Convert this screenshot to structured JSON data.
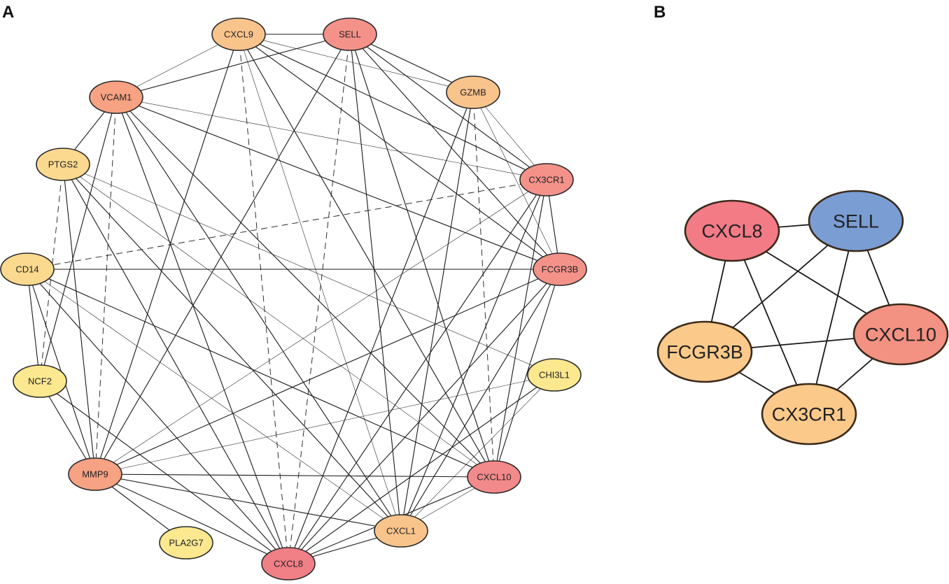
{
  "panel_a": {
    "label": "A",
    "nodes": [
      {
        "id": "CXCL9",
        "color": "#f9c48c"
      },
      {
        "id": "SELL",
        "color": "#f4928a"
      },
      {
        "id": "GZMB",
        "color": "#f9c48c"
      },
      {
        "id": "VCAM1",
        "color": "#f6a283"
      },
      {
        "id": "PTGS2",
        "color": "#fbd98e"
      },
      {
        "id": "CX3CR1",
        "color": "#f4928a"
      },
      {
        "id": "CD14",
        "color": "#fbd98e"
      },
      {
        "id": "FCGR3B",
        "color": "#f4928a"
      },
      {
        "id": "NCF2",
        "color": "#fbe88f"
      },
      {
        "id": "CHI3L1",
        "color": "#fbe88f"
      },
      {
        "id": "MMP9",
        "color": "#f6a283"
      },
      {
        "id": "CXCL10",
        "color": "#f28a8b"
      },
      {
        "id": "PLA2G7",
        "color": "#fbe88f"
      },
      {
        "id": "CXCL1",
        "color": "#f9c48c"
      },
      {
        "id": "CXCL8",
        "color": "#f17f86"
      }
    ],
    "edges": [
      [
        "CXCL9",
        "SELL",
        "s"
      ],
      [
        "CXCL9",
        "VCAM1",
        "t"
      ],
      [
        "CXCL9",
        "GZMB",
        "t"
      ],
      [
        "CXCL9",
        "CX3CR1",
        "s"
      ],
      [
        "CXCL9",
        "FCGR3B",
        "s"
      ],
      [
        "CXCL9",
        "CXCL10",
        "s"
      ],
      [
        "CXCL9",
        "CXCL8",
        "d"
      ],
      [
        "CXCL9",
        "MMP9",
        "s"
      ],
      [
        "CXCL9",
        "CXCL1",
        "t"
      ],
      [
        "SELL",
        "VCAM1",
        "s"
      ],
      [
        "SELL",
        "GZMB",
        "s"
      ],
      [
        "SELL",
        "CX3CR1",
        "s"
      ],
      [
        "SELL",
        "FCGR3B",
        "s"
      ],
      [
        "SELL",
        "CXCL10",
        "s"
      ],
      [
        "SELL",
        "CXCL8",
        "d"
      ],
      [
        "SELL",
        "CXCL1",
        "s"
      ],
      [
        "SELL",
        "MMP9",
        "s"
      ],
      [
        "GZMB",
        "CX3CR1",
        "t"
      ],
      [
        "GZMB",
        "FCGR3B",
        "t"
      ],
      [
        "GZMB",
        "CXCL10",
        "d"
      ],
      [
        "GZMB",
        "CXCL8",
        "s"
      ],
      [
        "GZMB",
        "CXCL1",
        "s"
      ],
      [
        "VCAM1",
        "PTGS2",
        "s"
      ],
      [
        "VCAM1",
        "CX3CR1",
        "t"
      ],
      [
        "VCAM1",
        "FCGR3B",
        "s"
      ],
      [
        "VCAM1",
        "MMP9",
        "d"
      ],
      [
        "VCAM1",
        "CXCL8",
        "s"
      ],
      [
        "VCAM1",
        "CXCL10",
        "s"
      ],
      [
        "VCAM1",
        "CXCL1",
        "s"
      ],
      [
        "VCAM1",
        "NCF2",
        "s"
      ],
      [
        "PTGS2",
        "NCF2",
        "d"
      ],
      [
        "PTGS2",
        "MMP9",
        "s"
      ],
      [
        "PTGS2",
        "CXCL8",
        "s"
      ],
      [
        "PTGS2",
        "CXCL10",
        "t"
      ],
      [
        "PTGS2",
        "CXCL1",
        "s"
      ],
      [
        "PTGS2",
        "CHI3L1",
        "t"
      ],
      [
        "CX3CR1",
        "CD14",
        "d"
      ],
      [
        "CX3CR1",
        "FCGR3B",
        "s"
      ],
      [
        "CX3CR1",
        "CXCL10",
        "s"
      ],
      [
        "CX3CR1",
        "CXCL8",
        "s"
      ],
      [
        "CX3CR1",
        "CXCL1",
        "s"
      ],
      [
        "CX3CR1",
        "MMP9",
        "t"
      ],
      [
        "CD14",
        "FCGR3B",
        "s"
      ],
      [
        "CD14",
        "NCF2",
        "s"
      ],
      [
        "CD14",
        "MMP9",
        "s"
      ],
      [
        "CD14",
        "CXCL8",
        "s"
      ],
      [
        "CD14",
        "CXCL10",
        "s"
      ],
      [
        "CD14",
        "CXCL1",
        "t"
      ],
      [
        "FCGR3B",
        "CXCL10",
        "s"
      ],
      [
        "FCGR3B",
        "CXCL8",
        "s"
      ],
      [
        "FCGR3B",
        "CXCL1",
        "s"
      ],
      [
        "FCGR3B",
        "MMP9",
        "s"
      ],
      [
        "NCF2",
        "MMP9",
        "s"
      ],
      [
        "NCF2",
        "CXCL8",
        "s"
      ],
      [
        "CHI3L1",
        "CXCL8",
        "s"
      ],
      [
        "CHI3L1",
        "MMP9",
        "t"
      ],
      [
        "CHI3L1",
        "CXCL1",
        "t"
      ],
      [
        "MMP9",
        "CXCL10",
        "s"
      ],
      [
        "MMP9",
        "CXCL8",
        "s"
      ],
      [
        "MMP9",
        "CXCL1",
        "s"
      ],
      [
        "MMP9",
        "PLA2G7",
        "s"
      ],
      [
        "CXCL10",
        "CXCL8",
        "s"
      ],
      [
        "CXCL10",
        "CXCL1",
        "t"
      ],
      [
        "CXCL1",
        "CXCL8",
        "s"
      ]
    ]
  },
  "panel_b": {
    "label": "B",
    "nodes": [
      {
        "id": "CXCL8",
        "color": "#f27b86"
      },
      {
        "id": "SELL",
        "color": "#7a9dd3"
      },
      {
        "id": "FCGR3B",
        "color": "#fbc98a"
      },
      {
        "id": "CXCL10",
        "color": "#f39182"
      },
      {
        "id": "CX3CR1",
        "color": "#fbc98a"
      }
    ],
    "edges": [
      [
        "CXCL8",
        "SELL"
      ],
      [
        "CXCL8",
        "FCGR3B"
      ],
      [
        "CXCL8",
        "CXCL10"
      ],
      [
        "CXCL8",
        "CX3CR1"
      ],
      [
        "SELL",
        "FCGR3B"
      ],
      [
        "SELL",
        "CXCL10"
      ],
      [
        "SELL",
        "CX3CR1"
      ],
      [
        "FCGR3B",
        "CXCL10"
      ],
      [
        "FCGR3B",
        "CX3CR1"
      ],
      [
        "CXCL10",
        "CX3CR1"
      ]
    ]
  }
}
